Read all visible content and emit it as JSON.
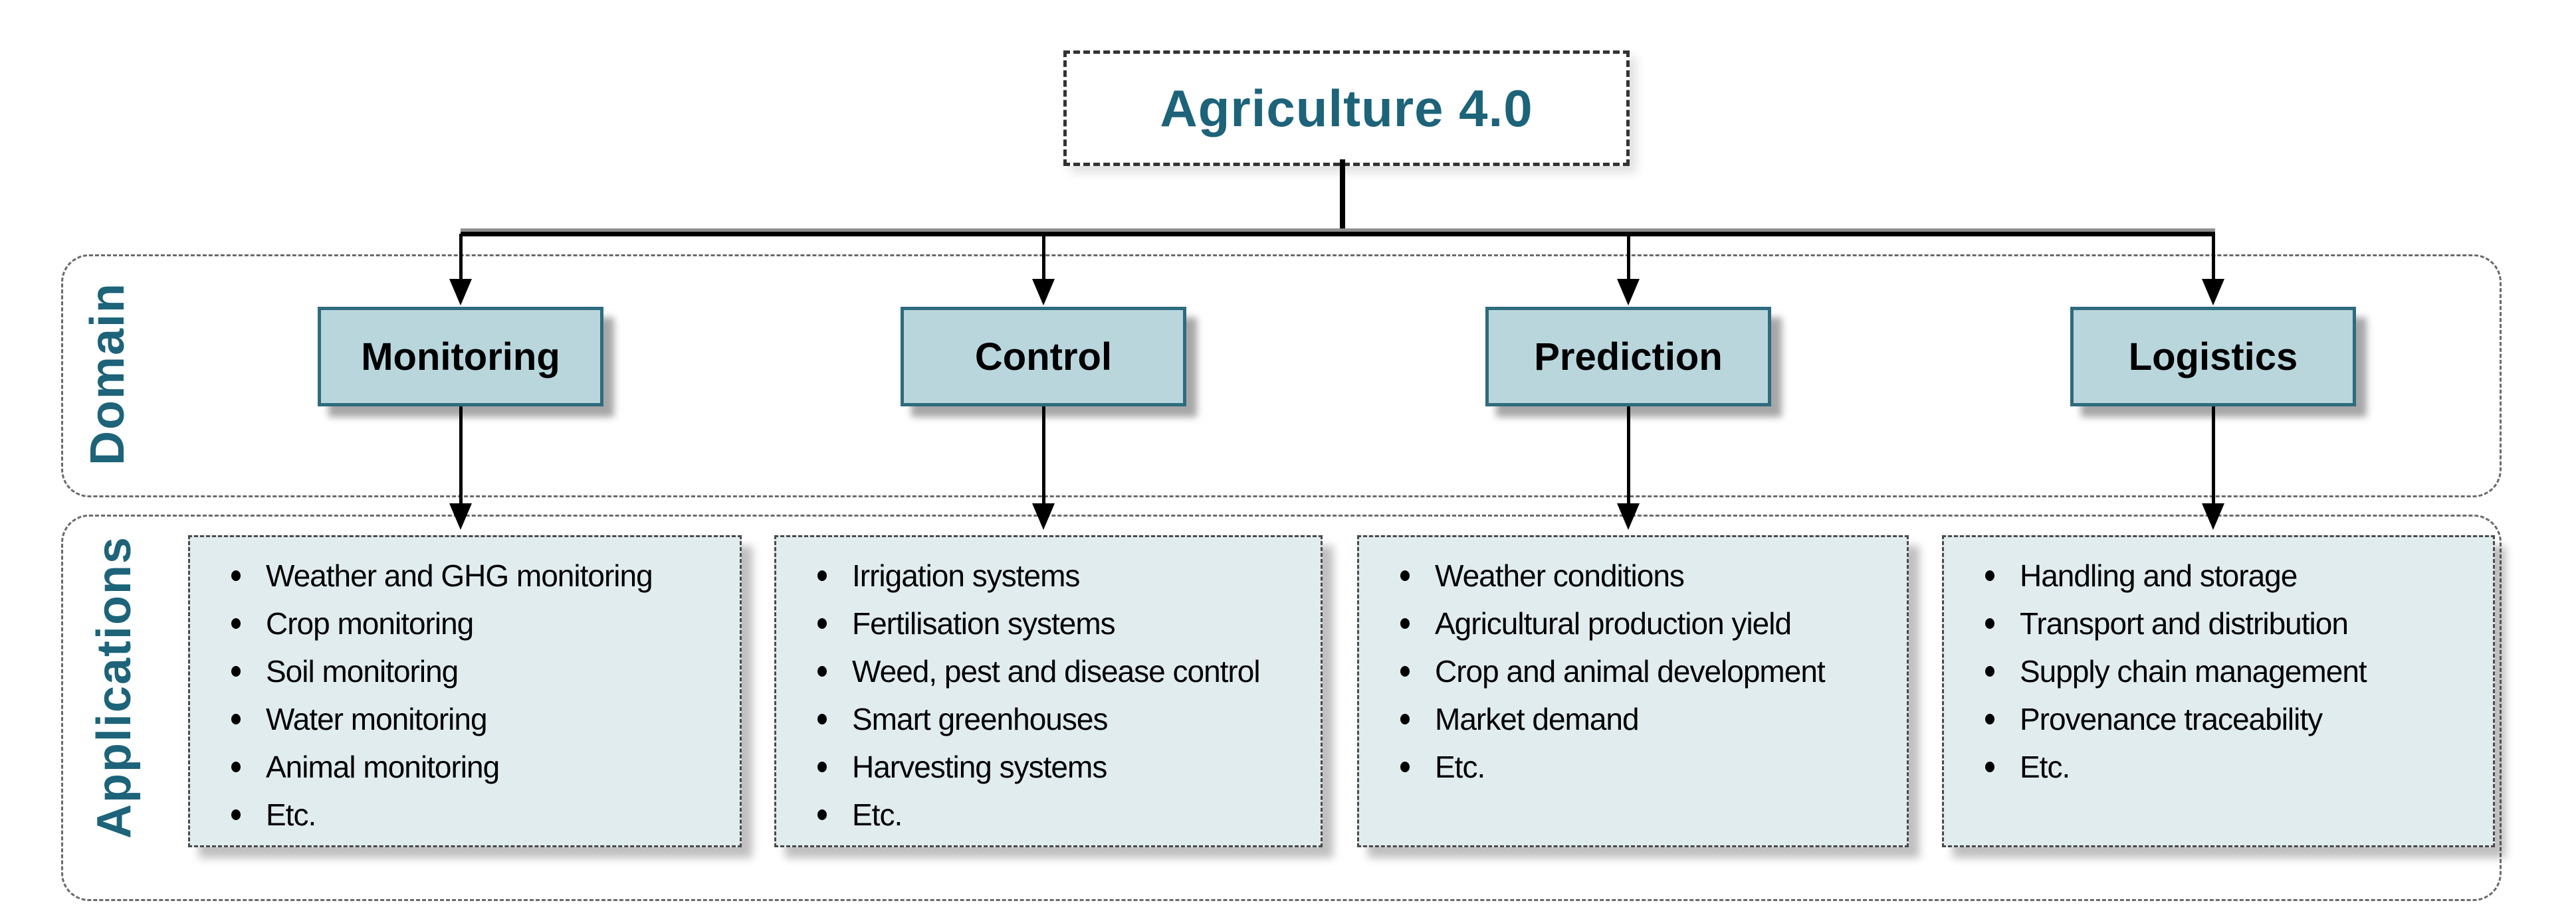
{
  "title": "Agriculture 4.0",
  "row_labels": {
    "domain": "Domain",
    "applications": "Applications"
  },
  "domains": [
    {
      "label": "Monitoring"
    },
    {
      "label": "Control"
    },
    {
      "label": "Prediction"
    },
    {
      "label": "Logistics"
    }
  ],
  "applications_columns": [
    {
      "domain": "Monitoring",
      "items": [
        "Weather and GHG monitoring",
        "Crop monitoring",
        "Soil monitoring",
        "Water monitoring",
        "Animal monitoring",
        "Etc."
      ]
    },
    {
      "domain": "Control",
      "items": [
        "Irrigation systems",
        "Fertilisation systems",
        "Weed, pest and disease control",
        "Smart greenhouses",
        "Harvesting systems",
        "Etc."
      ]
    },
    {
      "domain": "Prediction",
      "items": [
        "Weather conditions",
        "Agricultural production yield",
        "Crop and animal development",
        "Market demand",
        "Etc."
      ]
    },
    {
      "domain": "Logistics",
      "items": [
        "Handling and storage",
        "Transport and distribution",
        "Supply chain management",
        "Provenance traceability",
        "Etc."
      ]
    }
  ],
  "colors": {
    "accent_teal": "#1d6379",
    "domain_box_fill": "#b9d6dd",
    "domain_box_border": "#2e6b7e",
    "app_box_fill": "#e1ecef",
    "connector": "#000000"
  }
}
